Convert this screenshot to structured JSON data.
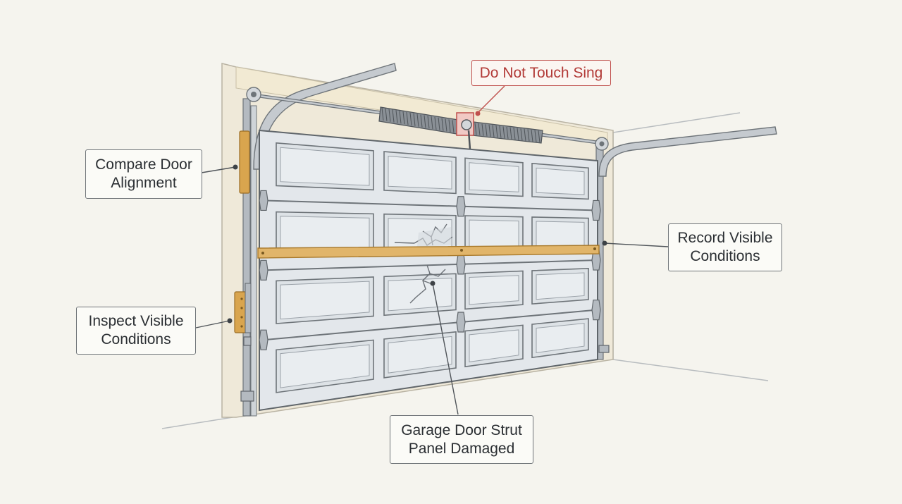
{
  "colors": {
    "background": "#f5f4ee",
    "door_panel": "#e3e7eb",
    "door_outline": "#6e7479",
    "track_metal": "#9aa1a8",
    "strut_wood": "#e1b56a",
    "bracket_wood": "#d9a54e",
    "spring": "#6b7076",
    "warning": "#c0504d",
    "callout_border": "#6f7478"
  },
  "callouts": {
    "spring_warning": {
      "lines": [
        "Do Not Touch Sing"
      ],
      "icon": "warning-marker"
    },
    "door_alignment": {
      "lines": [
        "Compare Door",
        "Alignment"
      ]
    },
    "inspect_conditions": {
      "lines": [
        "Inspect Visible",
        "Conditions"
      ]
    },
    "record_conditions": {
      "lines": [
        "Record Visible",
        "Conditions"
      ]
    },
    "strut_damage": {
      "lines": [
        "Garage Door Strut",
        "Panel Damaged"
      ]
    }
  },
  "icons": [
    "torsion-spring-icon",
    "crack-icon",
    "hinge-icon",
    "roller-bracket-icon"
  ]
}
